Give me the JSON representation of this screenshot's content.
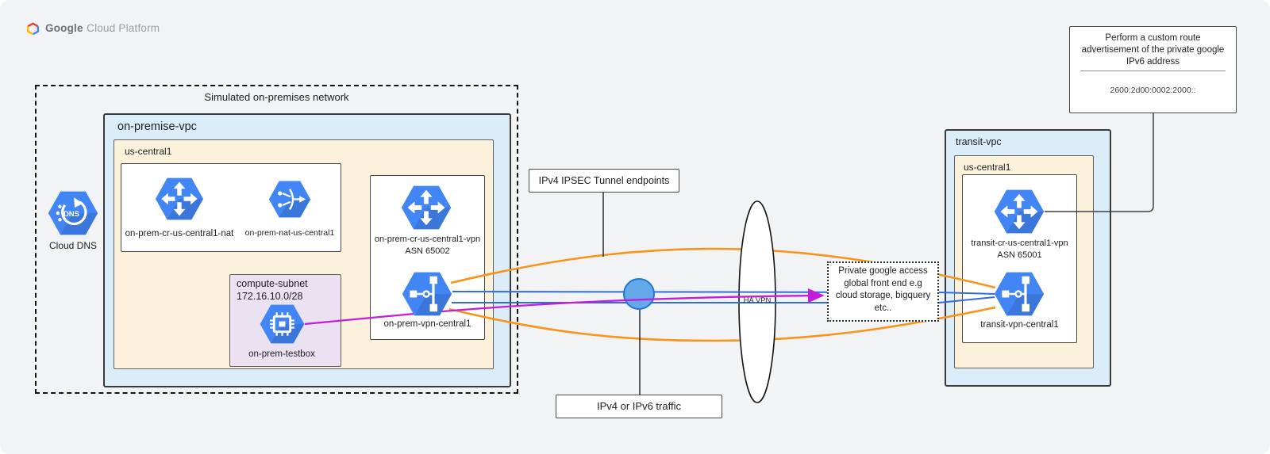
{
  "header": {
    "logo_google": "Google",
    "logo_rest": "Cloud Platform"
  },
  "on_prem": {
    "outer_label": "Simulated on-premises network",
    "vpc_label": "on-premise-vpc",
    "region_label": "us-central1",
    "router_nat_label": "on-prem-cr-us-central1-nat",
    "nat_label": "on-prem-nat-us-central1",
    "subnet_name": "compute-subnet",
    "subnet_cidr": "172.16.10.0/28",
    "testbox_label": "on-prem-testbox",
    "router_vpn_label": "on-prem-cr-us-central1-vpn",
    "router_vpn_asn": "ASN 65002",
    "vpn_label": "on-prem-vpn-central1"
  },
  "cloud_dns": {
    "label": "Cloud DNS",
    "icon_text": "DNS"
  },
  "middle": {
    "ipsec_label": "IPv4 IPSEC Tunnel endpoints",
    "traffic_label": "IPv4 or IPv6 traffic",
    "havpn_label": "HA VPN"
  },
  "transit": {
    "vpc_label": "transit-vpc",
    "region_label": "us-central1",
    "router_label": "transit-cr-us-central1-vpn",
    "router_asn": "ASN 65001",
    "vpn_label": "transit-vpn-central1"
  },
  "pga_box": {
    "lines": [
      "Private google access",
      "global front end e.g",
      "cloud storage, bigquery",
      "etc.."
    ]
  },
  "note_box": {
    "lines": [
      "Perform a custom route",
      "advertisement of the private google",
      "IPv6 address"
    ],
    "address": "2600:2d00:0002:2000::"
  },
  "icons": {
    "logo": "google-cloud-platform-logo",
    "cloud_dns": "cloud-dns-hexagon-icon",
    "router": "cloud-router-hexagon-icon",
    "nat": "cloud-nat-hexagon-icon",
    "compute": "compute-engine-hexagon-icon",
    "vpn": "cloud-vpn-hexagon-icon"
  },
  "colors": {
    "tunnel_orange": "#f7941d",
    "traffic_blue": "#2e6ce6",
    "ipv6_purple": "#c41edb",
    "vpc_fill": "#dcedfa",
    "region_fill": "#fcf2dc",
    "subnet_fill": "#eae1f1",
    "icon_blue": "#4285f4",
    "circle_fill": "#66a9ea"
  }
}
